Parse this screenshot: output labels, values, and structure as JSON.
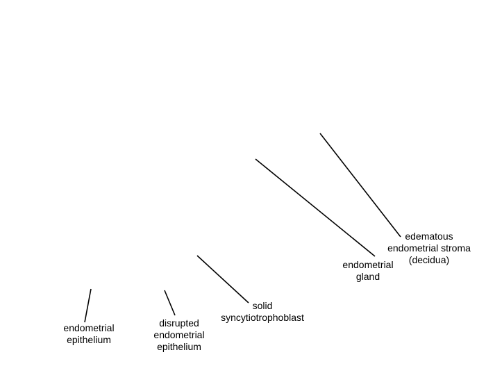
{
  "labels": {
    "endometrial_epithelium": [
      "endometrial",
      "epithelium"
    ],
    "disrupted_endometrial_epithelium": [
      "disrupted",
      "endometrial",
      "epithelium"
    ],
    "solid_syncytiotrophoblast": [
      "solid",
      "syncytiotrophoblast"
    ],
    "endometrial_gland": [
      "endometrial",
      "gland"
    ],
    "edematous_endometrial_stroma": [
      "edematous",
      "endometrial stroma",
      "(decidua)"
    ]
  }
}
